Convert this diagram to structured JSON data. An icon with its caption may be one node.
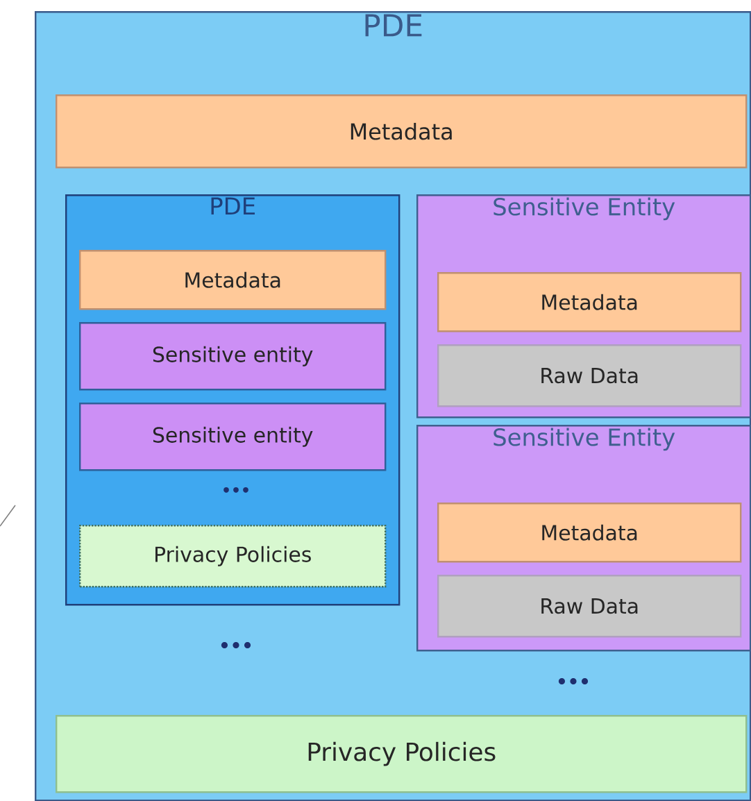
{
  "diagram": {
    "nodes": [
      {
        "text": [
          "PDE"
        ]
      },
      {
        "text": [
          "Metadata"
        ],
        "in": 0
      },
      {
        "text": [
          "PDE"
        ],
        "in": 0
      },
      {
        "text": [
          "Metadata"
        ],
        "in": 2
      },
      {
        "text": [
          "Sensitive entity"
        ],
        "in": 2
      },
      {
        "text": [
          "Sensitive entity"
        ],
        "in": 2
      },
      {
        "text": [
          "Privacy Policies"
        ],
        "in": 2
      },
      {
        "text": [
          "Sensitive Entity"
        ],
        "in": 0
      },
      {
        "text": [
          "Metadata"
        ],
        "in": 7
      },
      {
        "text": [
          "Raw Data"
        ],
        "in": 7
      },
      {
        "text": [
          "Sensitive Entity"
        ],
        "in": 0
      },
      {
        "text": [
          "Metadata"
        ],
        "in": 10
      },
      {
        "text": [
          "Raw Data"
        ],
        "in": 10
      },
      {
        "text": [
          "Privacy Policies"
        ],
        "in": 0
      }
    ],
    "labels": [
      "•••",
      "•••",
      "•••"
    ]
  }
}
